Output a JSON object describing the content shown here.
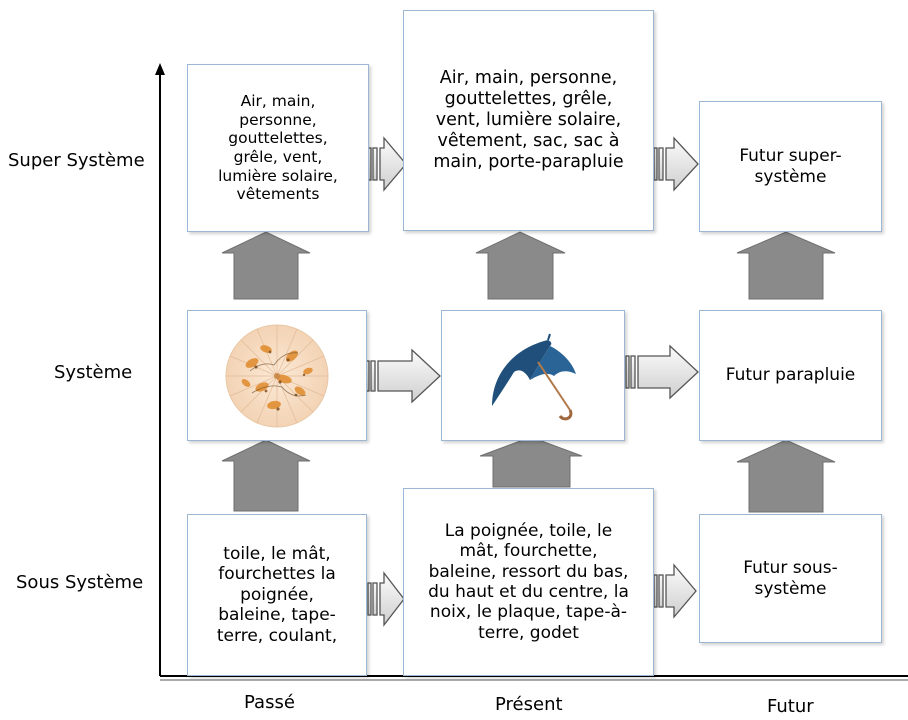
{
  "rows": {
    "super": "Super Système",
    "system": "Système",
    "sub": "Sous Système"
  },
  "columns": {
    "past": "Passé",
    "present": "Présent",
    "future": "Futur"
  },
  "cells": {
    "past_super": "Air, main,\npersonne,\ngouttelettes,\ngrêle, vent,\nlumière solaire,\nvêtements",
    "present_super": "Air, main, personne,\ngouttelettes, grêle,\nvent, lumière solaire,\nvêtement, sac, sac à\nmain, porte-parapluie",
    "future_super": "Futur super-\nsystème",
    "past_system_image": "chinese-paper-parasol",
    "present_system_image": "blue-umbrella",
    "future_system": "Futur parapluie",
    "past_sub": "toile, le mât,\nfourchettes la\npoignée,\nbaleine, tape-\nterre, coulant,",
    "present_sub": "La poignée, toile, le\nmât, fourchette,\nbaleine, ressort du bas,\ndu haut et du centre, la\nnoix, le plaque, tape-à-\nterre, godet",
    "future_sub": "Futur sous-\nsystème"
  },
  "colors": {
    "box_border": "#9bb7d4",
    "up_arrow": "#8a8a8a",
    "right_arrow_fill": "#e4e4e4",
    "axis": "#000000"
  }
}
